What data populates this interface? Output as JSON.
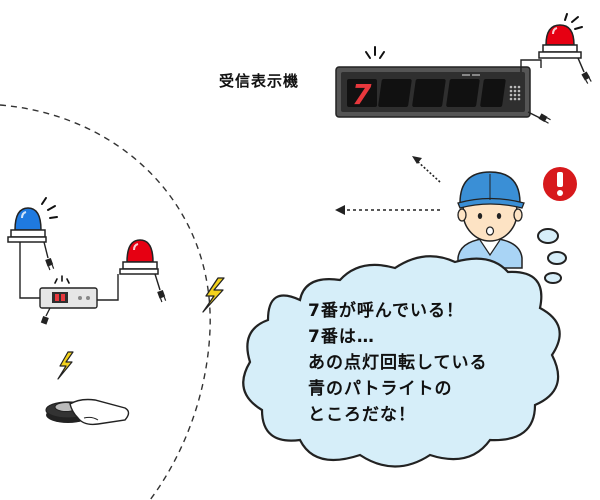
{
  "receiver": {
    "label": "受信表示機",
    "display_digit": "7",
    "digit_color": "#e8383d",
    "panel_color": "#333333"
  },
  "speech_bubble": {
    "lines": [
      "7番が呼んでいる！",
      "7番は…",
      "あの点灯回転している",
      "青のパトライトの",
      "ところだな！"
    ],
    "fill_color": "#d6eef9"
  },
  "colors": {
    "beacon_red": "#e60012",
    "beacon_blue": "#1f7ae0",
    "alert_red": "#d7191c",
    "worker_cap": "#3a8fd6",
    "worker_shirt": "#a9d4f5",
    "skin": "#fde3c4",
    "lightning": "#f3d21c"
  },
  "icons": [
    "red-beacon-icon",
    "blue-beacon-icon",
    "exclamation-icon",
    "lightning-icon",
    "worker-icon",
    "call-button-icon",
    "transmitter-icon"
  ]
}
